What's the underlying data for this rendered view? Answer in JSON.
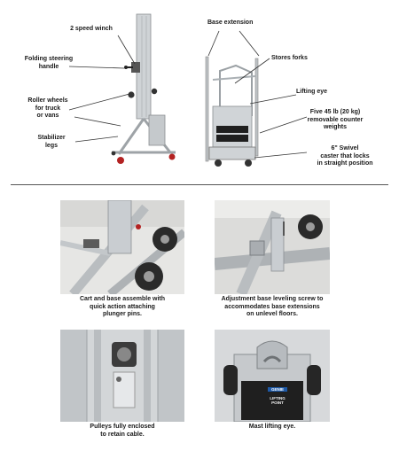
{
  "diagram": {
    "callouts": {
      "winch": "2 speed winch",
      "steering": "Folding steering\nhandle",
      "roller": "Roller wheels\nfor truck\nor vans",
      "stabilizer": "Stabilizer\nlegs",
      "base_ext": "Base extension",
      "forks": "Stores forks",
      "eye": "Lifting eye",
      "weights": "Five 45 lb (20 kg)\nremovable counter\nweights",
      "caster": "6\" Swivel\ncaster that locks\nin straight position"
    }
  },
  "photos": {
    "cart": {
      "caption": "Cart and base assemble with\nquick action attaching\nplunger pins."
    },
    "leveling": {
      "caption": "Adjustment base leveling screw to\naccommodates base extensions\non unlevel floors."
    },
    "pulleys": {
      "caption": "Pulleys fully enclosed\nto retain cable."
    },
    "eye": {
      "caption": "Mast lifting eye.",
      "badge_brand": "GENIE",
      "badge_text": "LIFTING\nPOINT"
    }
  },
  "colors": {
    "aluminum": "#c9cdd1",
    "accent_red": "#b32222",
    "dark": "#222222"
  }
}
